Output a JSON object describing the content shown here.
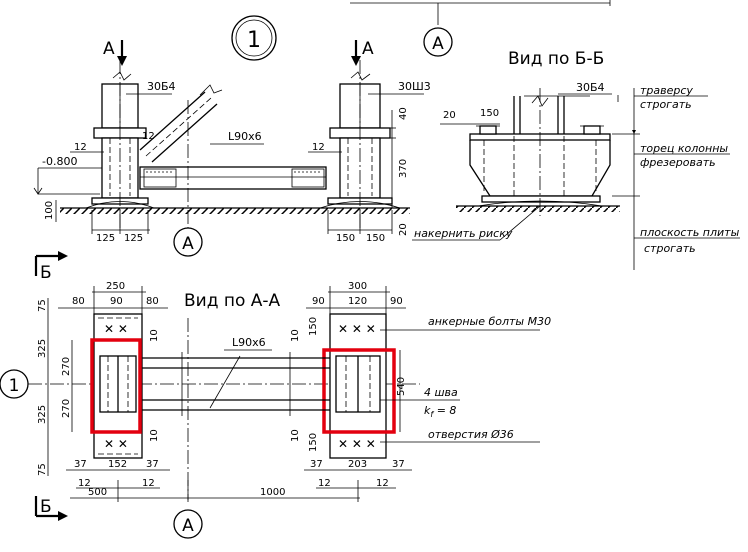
{
  "colors": {
    "ink": "#000000",
    "highlight": "#e3000f",
    "paper": "#ffffff"
  },
  "circle_main": "1",
  "axis_a": "A",
  "axis_1": "1",
  "section_a_left": "A",
  "section_a_right": "A",
  "section_b_top": "Б",
  "section_b_bottom": "Б",
  "view_bb": "Вид по Б-Б",
  "view_aa": "Вид по А-А",
  "profiles": {
    "col_left": "30Б4",
    "col_right": "30Ш3",
    "col_bb": "30Б4",
    "angle_top": "L90x6",
    "angle_plan": "L90x6"
  },
  "top_dims": {
    "d12a": "12",
    "d12b": "12",
    "d12c": "12",
    "elev": "-0.800",
    "d100": "100",
    "d125a": "125",
    "d125b": "125",
    "d150a": "150",
    "d150b": "150",
    "d40": "40",
    "d370": "370",
    "d20": "20",
    "d20bb": "20",
    "d150bb": "150"
  },
  "plan_dims": {
    "d250": "250",
    "d80a": "80",
    "d90a": "90",
    "d80b": "80",
    "d300": "300",
    "d90b": "90",
    "d120": "120",
    "d90c": "90",
    "d75a": "75",
    "d325a": "325",
    "d270a": "270",
    "d270b": "270",
    "d325b": "325",
    "d75b": "75",
    "d10a": "10",
    "d10b": "10",
    "d10c": "10",
    "d10d": "10",
    "d150c": "150",
    "d150d": "150",
    "d540": "540",
    "d37a": "37",
    "d152": "152",
    "d37b": "37",
    "d37c": "37",
    "d203": "203",
    "d37d": "37",
    "d12d": "12",
    "d12e": "12",
    "d12f": "12",
    "d12g": "12",
    "d500": "500",
    "d1000": "1000"
  },
  "notes": {
    "n1": "траверсу",
    "n1b": "строгать",
    "n2": "торец колонны",
    "n2b": "фрезеровать",
    "n3": "плоскость плиты",
    "n3b": "строгать",
    "n4": "накернить риску",
    "n5": "анкерные болты М30",
    "n6": "4 шва",
    "n6b": "k",
    "n6c": "f",
    "n6d": " = 8",
    "n7": "отверстия Ø36"
  }
}
